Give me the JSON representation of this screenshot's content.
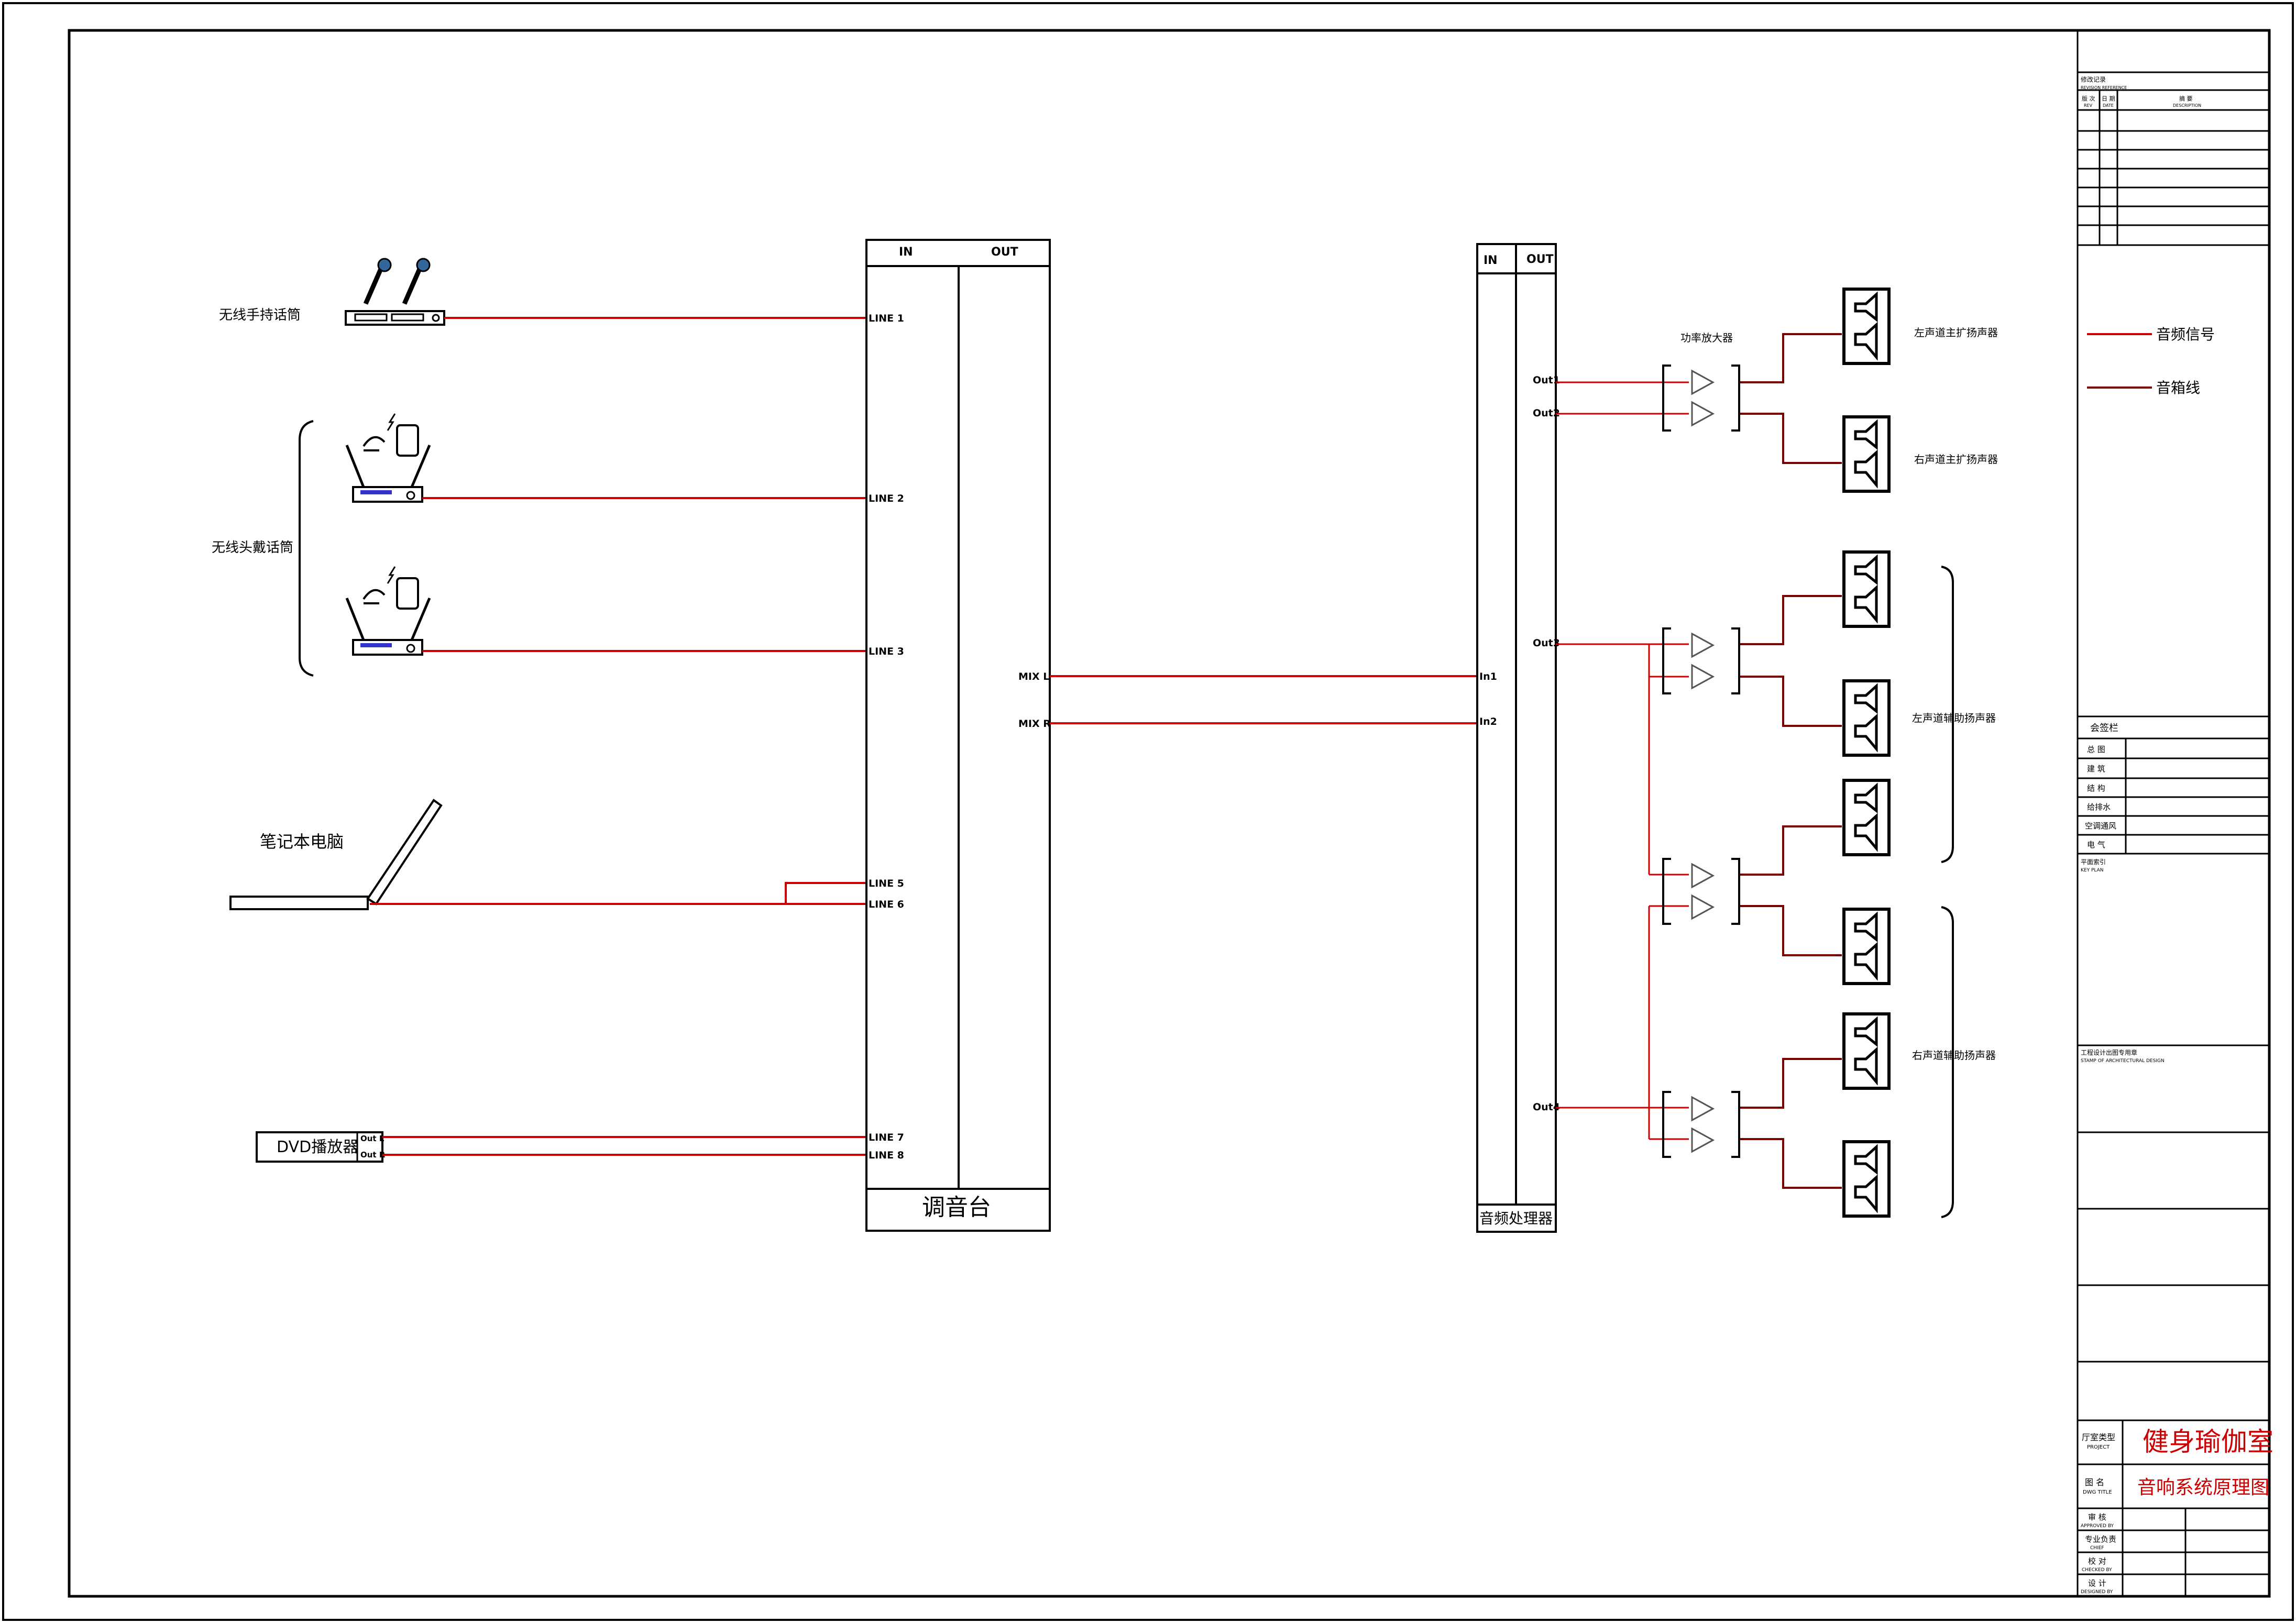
{
  "colors": {
    "audio_signal": "#cc0000",
    "speaker_line": "#7a0000",
    "frame": "#000000",
    "title_red": "#cc0000"
  },
  "sources": {
    "handheld_mic": "无线手持话筒",
    "headset_mic": "无线头戴话筒",
    "laptop": "笔记本电脑",
    "dvd": "DVD播放器",
    "dvd_out_l": "Out L",
    "dvd_out_r": "Out R"
  },
  "mixer": {
    "in_label": "IN",
    "out_label": "OUT",
    "name": "调音台",
    "inputs": [
      "LINE 1",
      "LINE 2",
      "LINE 3",
      "LINE 5",
      "LINE 6",
      "LINE 7",
      "LINE 8"
    ],
    "outputs": [
      "MIX L",
      "MIX R"
    ]
  },
  "processor": {
    "in_label": "IN",
    "out_label": "OUT",
    "name": "音频处理器",
    "inputs": [
      "In1",
      "In2"
    ],
    "outputs": [
      "Out1",
      "Out2",
      "Out3",
      "Out4"
    ]
  },
  "amplifier_label": "功率放大器",
  "speaker_groups": {
    "left_main": "左声道主扩扬声器",
    "right_main": "右声道主扩扬声器",
    "left_aux": "左声道辅助扬声器",
    "right_aux": "右声道辅助扬声器"
  },
  "legend": {
    "audio_signal": "音频信号",
    "speaker_line": "音箱线"
  },
  "title_block": {
    "revision_title": "修改记录",
    "revision_title_en": "REVISION REFERENCE",
    "rev_col": "版 次",
    "rev_col_en": "REV",
    "date_col": "日 期",
    "date_col_en": "DATE",
    "desc_col": "摘 要",
    "desc_col_en": "DESCRIPTION",
    "countersign_title": "会签栏",
    "countersign_rows": [
      "总 图",
      "建 筑",
      "结 构",
      "给排水",
      "空调通风",
      "电 气"
    ],
    "key_plan": "平面索引",
    "key_plan_en": "KEY PLAN",
    "stamp": "工程设计出图专用章",
    "stamp_en": "STAMP OF ARCHITECTURAL DESIGN",
    "project_label": "厅室类型",
    "project_label_en": "PROJECT",
    "project_name": "健身瑜伽室",
    "drawing_label": "图 名",
    "drawing_label_en": "DWG TITLE",
    "drawing_title": "音响系统原理图",
    "sign_rows": [
      {
        "cn": "审 核",
        "en": "APPROVED BY"
      },
      {
        "cn": "专业负责",
        "en": "CHIEF"
      },
      {
        "cn": "校 对",
        "en": "CHECKED BY"
      },
      {
        "cn": "设 计",
        "en": "DESIGNED BY"
      }
    ]
  }
}
